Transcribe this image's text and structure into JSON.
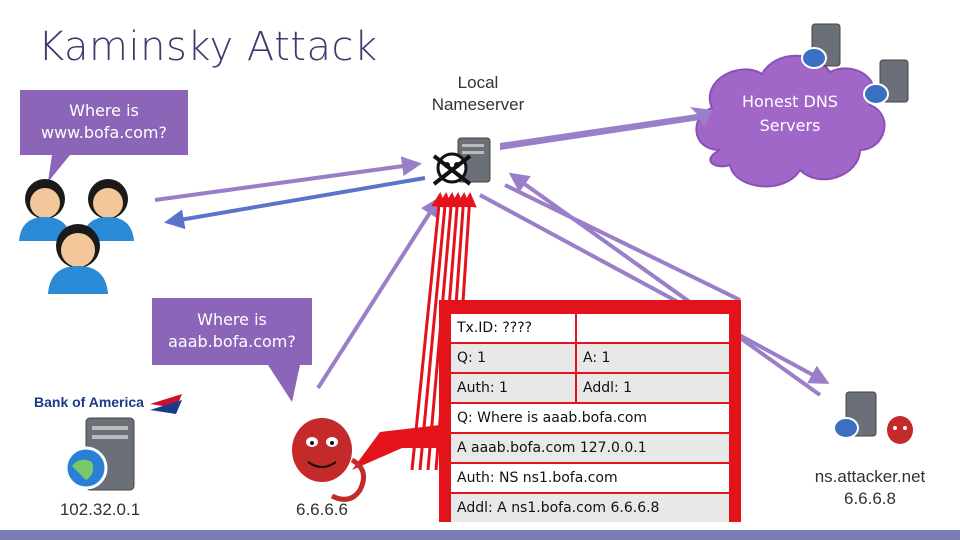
{
  "title": "Kaminsky Attack",
  "local_ns_label": "Local\nNameserver",
  "honest_dns_label": "Honest DNS\nServers",
  "callout_user": "Where is\nwww.bofa.com?",
  "callout_attacker": "Where is\naaab.bofa.com?",
  "boa_logo_text": "Bank of America",
  "boa_ip": "102.32.0.1",
  "attacker_ip": "6.6.6.6",
  "attacker_ns_label": "ns.attacker.net\n6.6.6.8",
  "packet": {
    "txid": "Tx.ID: ????",
    "q": "Q: 1",
    "a": "A: 1",
    "auth": "Auth: 1",
    "addl": "Addl: 1",
    "question": "Q: Where is aaab.bofa.com",
    "answer": "A aaab.bofa.com 127.0.0.1",
    "authority": "Auth: NS ns1.bofa.com",
    "additional": "Addl: A ns1.bofa.com 6.6.6.8"
  },
  "colors": {
    "purple": "#9b7ec8",
    "lavender_cloud": "#a066c8",
    "callout_purple": "#8a65b8",
    "red": "#e3121b",
    "title": "#3b3b6e"
  }
}
